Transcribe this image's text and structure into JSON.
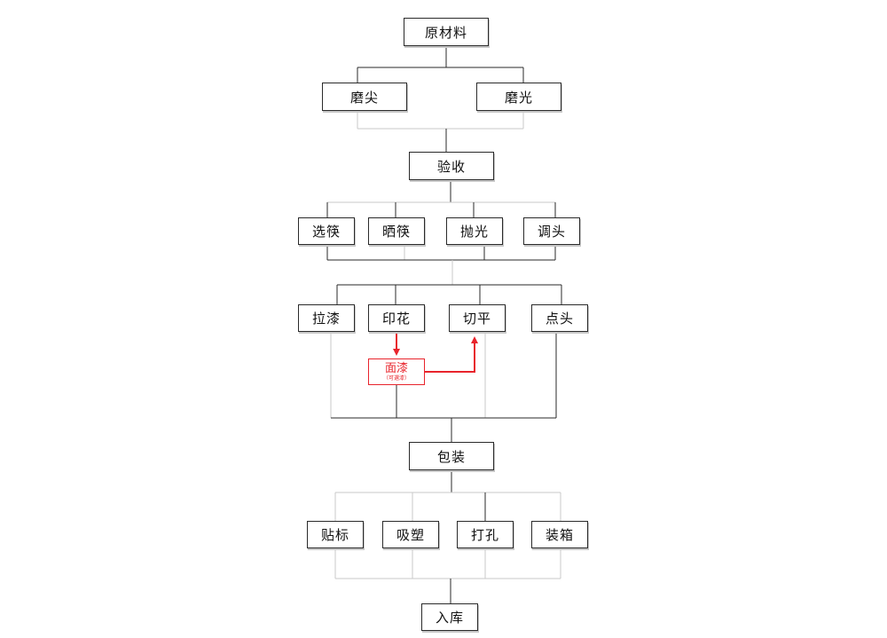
{
  "diagram": {
    "nodes": {
      "raw_material": "原材料",
      "grind_tip": "磨尖",
      "grind_polish": "磨光",
      "inspect": "验收",
      "select": "选筷",
      "dry": "晒筷",
      "polish": "抛光",
      "adjust_head": "调头",
      "lacquer": "拉漆",
      "print": "印花",
      "cut_flat": "切平",
      "dot_head": "点头",
      "top_coat": "面漆",
      "top_coat_note": "（可選漆）",
      "pack": "包装",
      "label": "贴标",
      "blister": "吸塑",
      "punch": "打孔",
      "box": "装箱",
      "warehouse": "入库"
    },
    "colors": {
      "line": "#2a2a2a",
      "faint_line": "#c9c9c9",
      "highlight": "#e8242c"
    }
  }
}
